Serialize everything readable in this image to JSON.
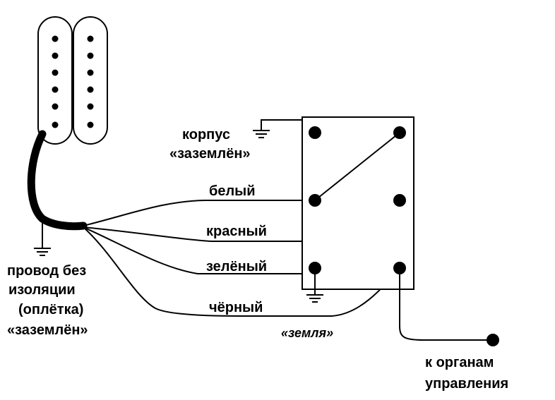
{
  "labels": {
    "body_line1": "корпус",
    "body_line2": "«заземлён»",
    "wire_white": "белый",
    "wire_red": "красный",
    "wire_green": "зелёный",
    "wire_black": "чёрный",
    "ground": "«земля»",
    "braid_line1": "провод без",
    "braid_line2": "изоляции",
    "braid_line3": "(оплётка)",
    "braid_line4": "«заземлён»",
    "controls_line1": "к органам",
    "controls_line2": "управления"
  },
  "colors": {
    "ink": "#000000",
    "background": "#ffffff"
  }
}
